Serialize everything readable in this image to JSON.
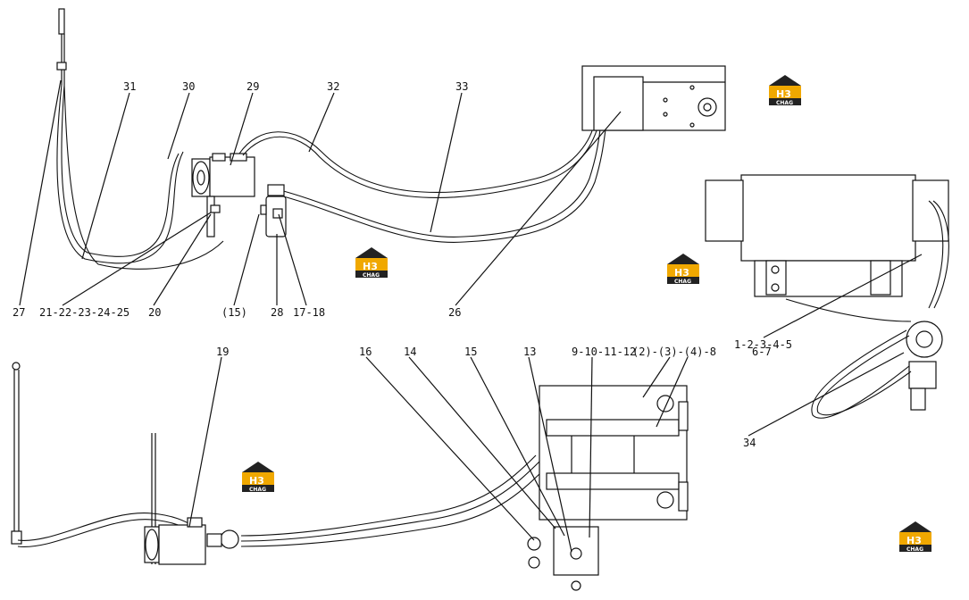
{
  "labels": {
    "l27": "27",
    "l31": "31",
    "l30": "30",
    "l29": "29",
    "l32": "32",
    "l33": "33",
    "l21": "21-22-23-24-25",
    "l20": "20",
    "l15p": "(15)",
    "l28": "28",
    "l17": "17-18",
    "l26": "26",
    "l1": "1-2-3-4-5",
    "l19": "19",
    "l16": "16",
    "l14": "14",
    "l15": "15",
    "l13": "13",
    "l9": "9-10-11-12",
    "l2": "(2)-(3)-(4)-8",
    "l6": "6-7",
    "l34": "34"
  },
  "watermark": {
    "brand": "H3",
    "sub": "CHAG"
  },
  "colors": {
    "logo_bg": "#f0a800",
    "logo_roof": "#222222",
    "line": "#111111"
  }
}
